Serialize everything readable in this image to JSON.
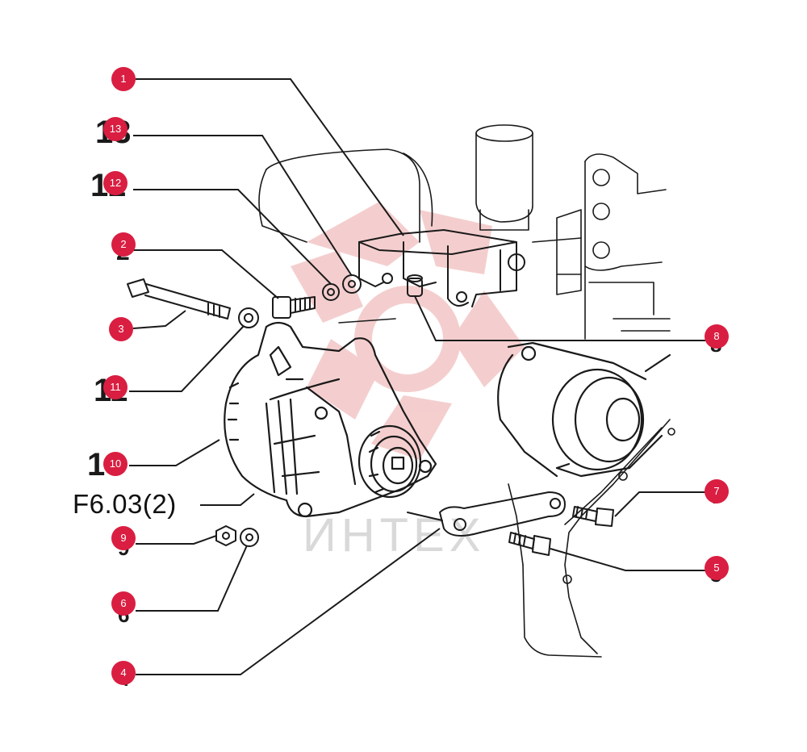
{
  "diagram": {
    "reference_label": "F6.03(2)",
    "watermark_text": "ИНТЕХ",
    "ghost_numbers": [
      "13",
      "12",
      "2",
      "11",
      "10",
      "9",
      "6",
      "4",
      "7",
      "5",
      "8"
    ],
    "callouts": [
      {
        "id": "1",
        "label": "1"
      },
      {
        "id": "2",
        "label": "2"
      },
      {
        "id": "3",
        "label": "3"
      },
      {
        "id": "4",
        "label": "4"
      },
      {
        "id": "5",
        "label": "5"
      },
      {
        "id": "6",
        "label": "6"
      },
      {
        "id": "7",
        "label": "7"
      },
      {
        "id": "8",
        "label": "8"
      },
      {
        "id": "9",
        "label": "9"
      },
      {
        "id": "10",
        "label": "10"
      },
      {
        "id": "11",
        "label": "11"
      },
      {
        "id": "12",
        "label": "12"
      },
      {
        "id": "13",
        "label": "13"
      }
    ]
  },
  "colors": {
    "callout": "#d91e41",
    "line": "#1a1a1a",
    "watermark": "#f3c6c6",
    "watermark_text": "#d9d9d9"
  }
}
